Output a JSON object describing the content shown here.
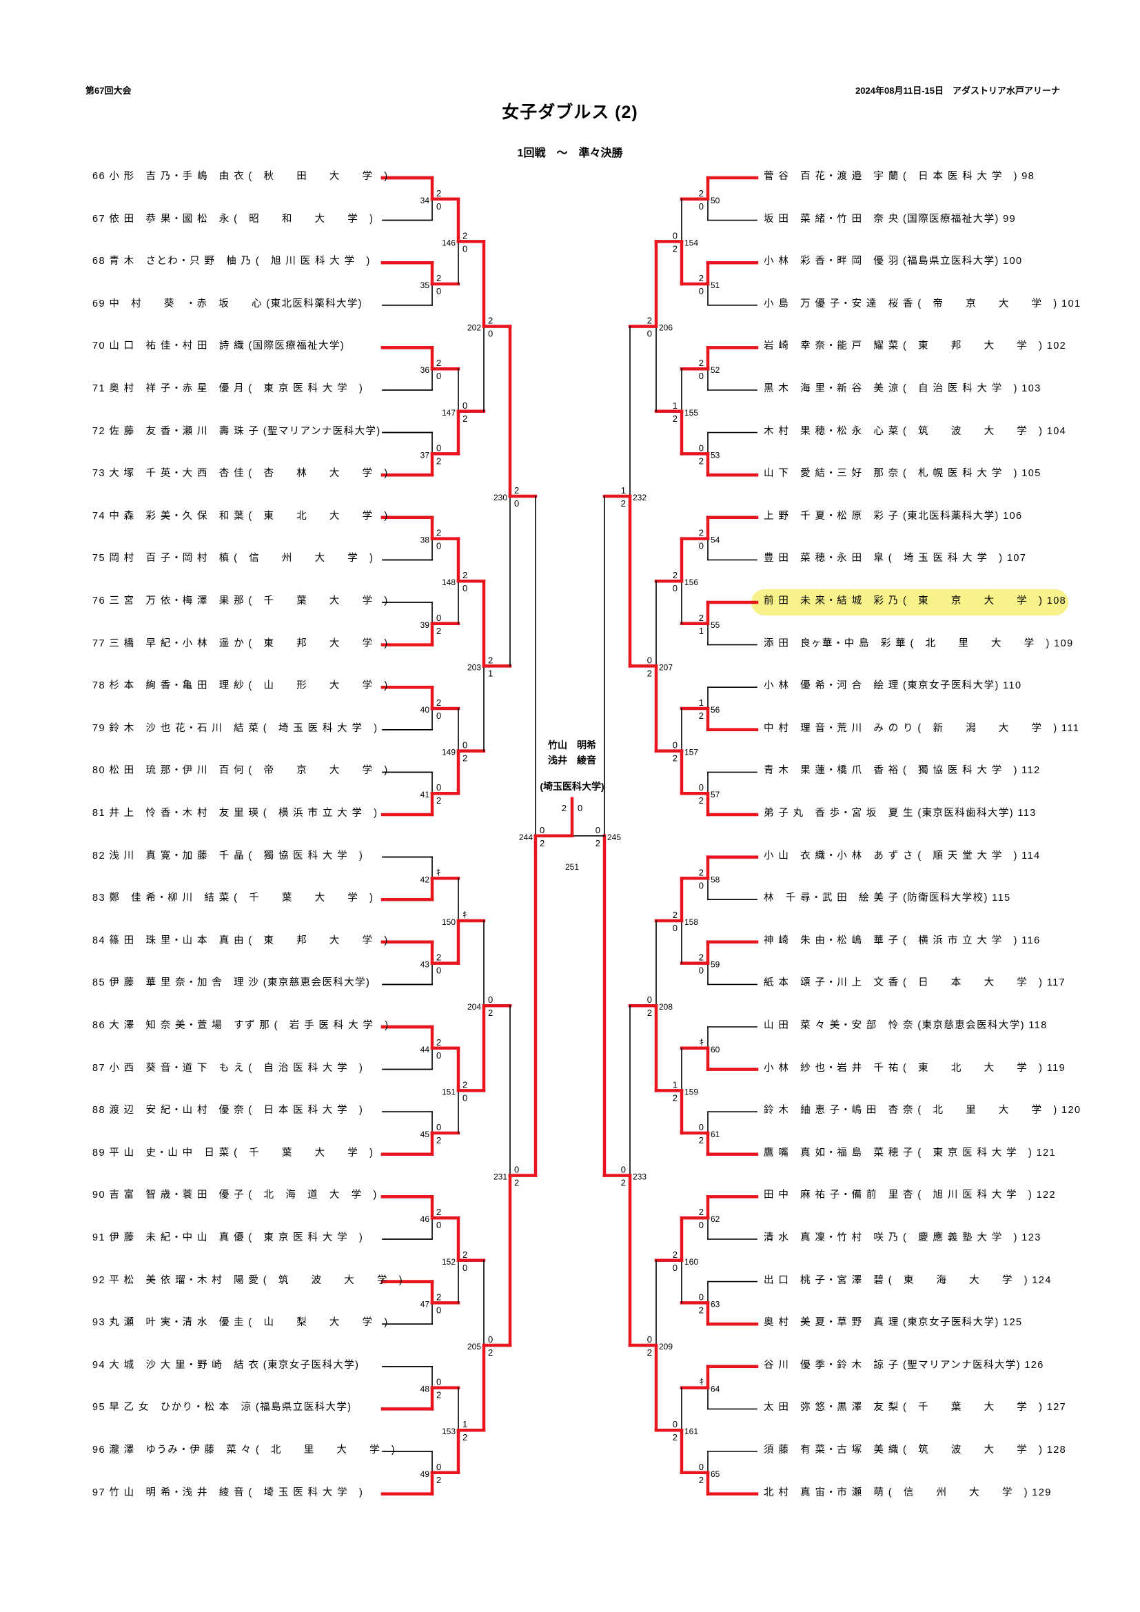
{
  "header": {
    "tournament": "第67回大会",
    "date_venue": "2024年08月11日-15日　アダストリア水戸アリーナ",
    "title": "女子ダブルス (2)",
    "subtitle": "1回戦　～　準々決勝"
  },
  "champion": {
    "name1": "竹山　明希",
    "name2": "浅井　綾音",
    "affiliation": "(埼玉医科大学)"
  },
  "highlight_color": "#f7f28a",
  "line_color_win": "#e8141e",
  "left_entries": [
    {
      "no": "66",
      "text": "小 形　吉 乃・手 嶋　由 衣 (　秋　　田　　大　　学　)"
    },
    {
      "no": "67",
      "text": "依 田　恭 果・國 松　永 (　昭　　和　　大　　学　)"
    },
    {
      "no": "68",
      "text": "青 木　さとわ・只 野　柚 乃 (　旭 川 医 科 大 学　)"
    },
    {
      "no": "69",
      "text": "中　村　　葵　・赤　坂　　心 (東北医科薬科大学)"
    },
    {
      "no": "70",
      "text": "山 口　祐 佳・村 田　詩 織 (国際医療福祉大学)"
    },
    {
      "no": "71",
      "text": "奥 村　祥 子・赤 星　優 月 (　東 京 医 科 大 学　)"
    },
    {
      "no": "72",
      "text": "佐 藤　友 香・瀬 川　壽 珠 子 (聖マリアンナ医科大学)"
    },
    {
      "no": "73",
      "text": "大 塚　千 英・大 西　杏 佳 (　杏　　林　　大　　学　)"
    },
    {
      "no": "74",
      "text": "中 森　彩 美・久 保　和 葉 (　東　　北　　大　　学　)"
    },
    {
      "no": "75",
      "text": "岡 村　百 子・岡 村　槙 (　信　　州　　大　　学　)"
    },
    {
      "no": "76",
      "text": "三 宮　万 依・梅 澤　果 那 (　千　　葉　　大　　学　)"
    },
    {
      "no": "77",
      "text": "三 橋　早 紀・小 林　遥 か (　東　　邦　　大　　学　)"
    },
    {
      "no": "78",
      "text": "杉 本　絢 香・亀 田　理 紗 (　山　　形　　大　　学　)"
    },
    {
      "no": "79",
      "text": "鈴 木　沙 也 花・石 川　結 菜 (　埼 玉 医 科 大 学　)"
    },
    {
      "no": "80",
      "text": "松 田　琉 那・伊 川　百 何 (　帝　　京　　大　　学　)"
    },
    {
      "no": "81",
      "text": "井 上　怜 香・木 村　友 里 瑛 (　横 浜 市 立 大 学　)"
    },
    {
      "no": "82",
      "text": "浅 川　真 寛・加 藤　千 晶 (　獨 協 医 科 大 学　)"
    },
    {
      "no": "83",
      "text": "鄭　佳 希・柳 川　結 菜 (　千　　葉　　大　　学　)"
    },
    {
      "no": "84",
      "text": "篠 田　珠 里・山 本　真 由 (　東　　邦　　大　　学　)"
    },
    {
      "no": "85",
      "text": "伊 藤　華 里 奈・加 舎　理 沙 (東京慈恵会医科大学)"
    },
    {
      "no": "86",
      "text": "大 澤　知 奈 美・萱 場　すず 那 (　岩 手 医 科 大 学　)"
    },
    {
      "no": "87",
      "text": "小 西　葵 音・道 下　も え (　自 治 医 科 大 学　)"
    },
    {
      "no": "88",
      "text": "渡 辺　安 紀・山 村　優 奈 (　日 本 医 科 大 学　)"
    },
    {
      "no": "89",
      "text": "平 山　史・山 中　日 菜 (　千　　葉　　大　　学　)"
    },
    {
      "no": "90",
      "text": "吉 富　智 歳・蓑 田　優 子 (　北　海　道　大　学　)"
    },
    {
      "no": "91",
      "text": "伊 藤　未 紀・中 山　真 優 (　東 京 医 科 大 学　)"
    },
    {
      "no": "92",
      "text": "平 松　美 依 瑠・木 村　陽 愛 (　筑　　波　　大　　学　)"
    },
    {
      "no": "93",
      "text": "丸 瀬　叶 実・清 水　優 圭 (　山　　梨　　大　　学　)"
    },
    {
      "no": "94",
      "text": "大 城　沙 大 里・野 崎　結 衣 (東京女子医科大学)"
    },
    {
      "no": "95",
      "text": "早 乙 女　ひかり・松 本　涼 (福島県立医科大学)"
    },
    {
      "no": "96",
      "text": "瀧 澤　ゆうみ・伊 藤　菜 々 (　北　　里　　大　　学　)"
    },
    {
      "no": "97",
      "text": "竹 山　明 希・浅 井　綾 音 (　埼 玉 医 科 大 学　)"
    }
  ],
  "right_entries": [
    {
      "no": "98",
      "text": "菅 谷　百 花・渡 邉　宇 蘭 (　日 本 医 科 大 学　)"
    },
    {
      "no": "99",
      "text": "坂 田　菜 緒・竹 田　奈 央 (国際医療福祉大学)"
    },
    {
      "no": "100",
      "text": "小 林　彩 香・畔 岡　優 羽 (福島県立医科大学)"
    },
    {
      "no": "101",
      "text": "小 島　万 優 子・安 達　桜 香 (　帝　　京　　大　　学　)"
    },
    {
      "no": "102",
      "text": "岩 崎　幸 奈・能 戸　耀 菜 (　東　　邦　　大　　学　)"
    },
    {
      "no": "103",
      "text": "黒 木　海 里・新 谷　美 涼 (　自 治 医 科 大 学　)"
    },
    {
      "no": "104",
      "text": "木 村　果 穂・松 永　心 菜 (　筑　　波　　大　　学　)"
    },
    {
      "no": "105",
      "text": "山 下　愛 結・三 好　那 奈 (　札 幌 医 科 大 学　)"
    },
    {
      "no": "106",
      "text": "上 野　千 夏・松 原　彩 子 (東北医科薬科大学)"
    },
    {
      "no": "107",
      "text": "豊 田　菜 穂・永 田　皐 (　埼 玉 医 科 大 学　)"
    },
    {
      "no": "108",
      "text": "前 田　未 来・結 城　彩 乃 (　東　　京　　大　　学　)"
    },
    {
      "no": "109",
      "text": "添 田　良ヶ華・中 島　彩 華 (　北　　里　　大　　学　)"
    },
    {
      "no": "110",
      "text": "小 林　優 希・河 合　絵 理 (東京女子医科大学)"
    },
    {
      "no": "111",
      "text": "中 村　理 音・荒 川　み の り (　新　　潟　　大　　学　)"
    },
    {
      "no": "112",
      "text": "青 木　果 蓮・橋 爪　香 裕 (　獨 協 医 科 大 学　)"
    },
    {
      "no": "113",
      "text": "弟 子 丸　香 歩・宮 坂　夏 生 (東京医科歯科大学)"
    },
    {
      "no": "114",
      "text": "小 山　衣 織・小 林　あ ず さ (　順 天 堂 大 学　)"
    },
    {
      "no": "115",
      "text": "林　千 尋・武 田　絵 美 子 (防衛医科大学校)"
    },
    {
      "no": "116",
      "text": "神 崎　朱 由・松 嶋　華 子 (　横 浜 市 立 大 学　)"
    },
    {
      "no": "117",
      "text": "紙 本　頌 子・川 上　文 香 (　日　　本　　大　　学　)"
    },
    {
      "no": "118",
      "text": "山 田　菜 々 美・安 部　怜 奈 (東京慈恵会医科大学)"
    },
    {
      "no": "119",
      "text": "小 林　紗 也・岩 井　千 祐 (　東　　北　　大　　学　)"
    },
    {
      "no": "120",
      "text": "鈴 木　紬 恵 子・嶋 田　杏 奈 (　北　　里　　大　　学　)"
    },
    {
      "no": "121",
      "text": "鷹 嘴　真 如・福 島　菜 穂 子 (　東 京 医 科 大 学　)"
    },
    {
      "no": "122",
      "text": "田 中　麻 祐 子・備 前　里 杏 (　旭 川 医 科 大 学　)"
    },
    {
      "no": "123",
      "text": "清 水　真 凜・竹 村　咲 乃 (　慶 應 義 塾 大 学　)"
    },
    {
      "no": "124",
      "text": "出 口　桃 子・宮 澤　碧 (　東　　海　　大　　学　)"
    },
    {
      "no": "125",
      "text": "奥 村　美 夏・草 野　真 理 (東京女子医科大学)"
    },
    {
      "no": "126",
      "text": "谷 川　優 季・鈴 木　諒 子 (聖マリアンナ医科大学)"
    },
    {
      "no": "127",
      "text": "太 田　弥 悠・黒 澤　友 梨 (　千　　葉　　大　　学　)"
    },
    {
      "no": "128",
      "text": "須 藤　有 菜・古 塚　美 織 (　筑　　波　　大　　学　)"
    },
    {
      "no": "129",
      "text": "北 村　真 宙・市 瀬　萌 (　信　　州　　大　　学　)"
    }
  ],
  "left_rounds": [
    [
      {
        "match": "34",
        "s1": "2",
        "s2": "0",
        "w": 1
      },
      {
        "match": "35",
        "s1": "2",
        "s2": "0",
        "w": 1
      },
      {
        "match": "36",
        "s1": "2",
        "s2": "0",
        "w": 1
      },
      {
        "match": "37",
        "s1": "0",
        "s2": "2",
        "w": 2
      },
      {
        "match": "38",
        "s1": "2",
        "s2": "0",
        "w": 1
      },
      {
        "match": "39",
        "s1": "0",
        "s2": "2",
        "w": 2
      },
      {
        "match": "40",
        "s1": "2",
        "s2": "0",
        "w": 1
      },
      {
        "match": "41",
        "s1": "0",
        "s2": "2",
        "w": 2
      },
      {
        "match": "42",
        "s1": "ｷ",
        "s2": "",
        "w": 2
      },
      {
        "match": "43",
        "s1": "2",
        "s2": "0",
        "w": 1
      },
      {
        "match": "44",
        "s1": "2",
        "s2": "0",
        "w": 1
      },
      {
        "match": "45",
        "s1": "0",
        "s2": "2",
        "w": 2
      },
      {
        "match": "46",
        "s1": "2",
        "s2": "0",
        "w": 1
      },
      {
        "match": "47",
        "s1": "2",
        "s2": "0",
        "w": 1
      },
      {
        "match": "48",
        "s1": "0",
        "s2": "2",
        "w": 2
      },
      {
        "match": "49",
        "s1": "0",
        "s2": "2",
        "w": 2
      }
    ],
    [
      {
        "match": "146",
        "s1": "2",
        "s2": "0",
        "w": 1
      },
      {
        "match": "147",
        "s1": "0",
        "s2": "2",
        "w": 2
      },
      {
        "match": "148",
        "s1": "2",
        "s2": "0",
        "w": 1
      },
      {
        "match": "149",
        "s1": "0",
        "s2": "2",
        "w": 2
      },
      {
        "match": "150",
        "s1": "ｷ",
        "s2": "",
        "w": 2
      },
      {
        "match": "151",
        "s1": "2",
        "s2": "0",
        "w": 1
      },
      {
        "match": "152",
        "s1": "2",
        "s2": "0",
        "w": 1
      },
      {
        "match": "153",
        "s1": "1",
        "s2": "2",
        "w": 2
      }
    ],
    [
      {
        "match": "202",
        "s1": "2",
        "s2": "0",
        "w": 1
      },
      {
        "match": "203",
        "s1": "2",
        "s2": "1",
        "w": 1
      },
      {
        "match": "204",
        "s1": "0",
        "s2": "2",
        "w": 2
      },
      {
        "match": "205",
        "s1": "0",
        "s2": "2",
        "w": 2
      }
    ],
    [
      {
        "match": "230",
        "s1": "2",
        "s2": "0",
        "w": 1
      },
      {
        "match": "231",
        "s1": "0",
        "s2": "2",
        "w": 2
      }
    ],
    [
      {
        "match": "244",
        "s1": "0",
        "s2": "2",
        "w": 2
      }
    ]
  ],
  "right_rounds": [
    [
      {
        "match": "50",
        "s1": "2",
        "s2": "0",
        "w": 1
      },
      {
        "match": "51",
        "s1": "2",
        "s2": "0",
        "w": 1
      },
      {
        "match": "52",
        "s1": "2",
        "s2": "0",
        "w": 1
      },
      {
        "match": "53",
        "s1": "0",
        "s2": "2",
        "w": 2
      },
      {
        "match": "54",
        "s1": "2",
        "s2": "0",
        "w": 1
      },
      {
        "match": "55",
        "s1": "2",
        "s2": "1",
        "w": 1
      },
      {
        "match": "56",
        "s1": "1",
        "s2": "2",
        "w": 2
      },
      {
        "match": "57",
        "s1": "0",
        "s2": "2",
        "w": 2
      },
      {
        "match": "58",
        "s1": "2",
        "s2": "0",
        "w": 1
      },
      {
        "match": "59",
        "s1": "2",
        "s2": "0",
        "w": 1
      },
      {
        "match": "60",
        "s1": "ｷ",
        "s2": "",
        "w": 2
      },
      {
        "match": "61",
        "s1": "0",
        "s2": "2",
        "w": 2
      },
      {
        "match": "62",
        "s1": "2",
        "s2": "0",
        "w": 1
      },
      {
        "match": "63",
        "s1": "0",
        "s2": "2",
        "w": 2
      },
      {
        "match": "64",
        "s1": "ｷ",
        "s2": "",
        "w": 1
      },
      {
        "match": "65",
        "s1": "0",
        "s2": "2",
        "w": 2
      }
    ],
    [
      {
        "match": "154",
        "s1": "0",
        "s2": "2",
        "w": 2
      },
      {
        "match": "155",
        "s1": "1",
        "s2": "2",
        "w": 2
      },
      {
        "match": "156",
        "s1": "2",
        "s2": "0",
        "w": 1
      },
      {
        "match": "157",
        "s1": "0",
        "s2": "2",
        "w": 2
      },
      {
        "match": "158",
        "s1": "2",
        "s2": "0",
        "w": 1
      },
      {
        "match": "159",
        "s1": "1",
        "s2": "2",
        "w": 2
      },
      {
        "match": "160",
        "s1": "2",
        "s2": "0",
        "w": 1
      },
      {
        "match": "161",
        "s1": "0",
        "s2": "2",
        "w": 2
      }
    ],
    [
      {
        "match": "206",
        "s1": "2",
        "s2": "0",
        "w": 1
      },
      {
        "match": "207",
        "s1": "0",
        "s2": "2",
        "w": 2
      },
      {
        "match": "208",
        "s1": "0",
        "s2": "2",
        "w": 2
      },
      {
        "match": "209",
        "s1": "0",
        "s2": "2",
        "w": 2
      }
    ],
    [
      {
        "match": "232",
        "s1": "1",
        "s2": "2",
        "w": 2
      },
      {
        "match": "233",
        "s1": "0",
        "s2": "2",
        "w": 2
      }
    ],
    [
      {
        "match": "245",
        "s1": "0",
        "s2": "2",
        "w": 2
      }
    ]
  ],
  "final": {
    "match": "251",
    "left_score": "2",
    "right_score": "0",
    "winner": "left"
  },
  "highlight_entry_no": "108"
}
